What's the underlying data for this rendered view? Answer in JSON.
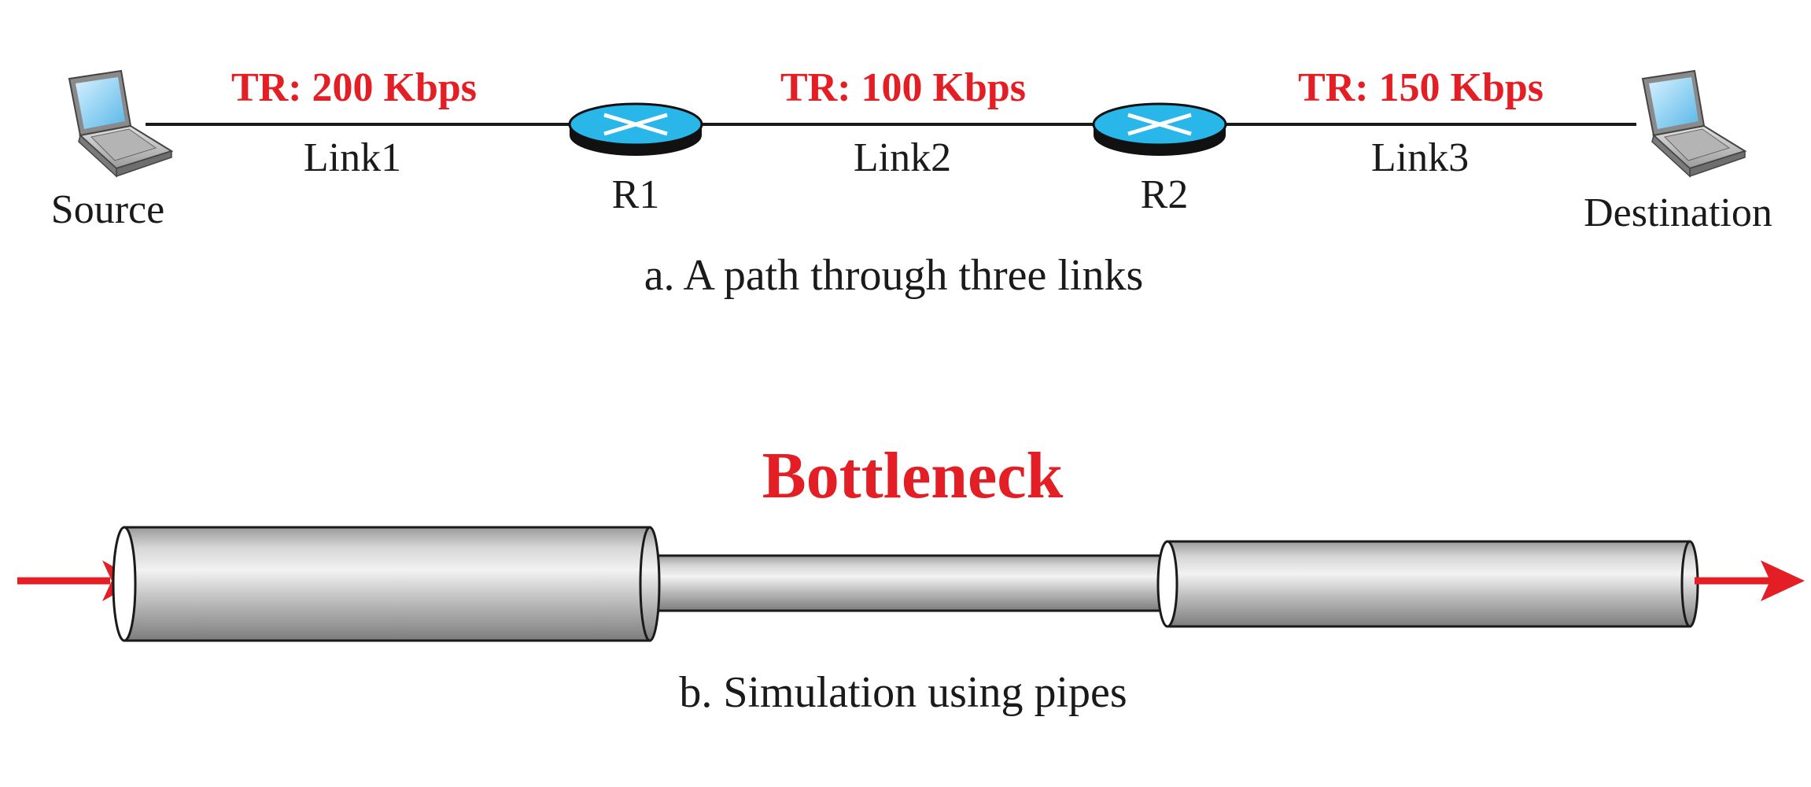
{
  "colors": {
    "accent": "#e31e24",
    "router_fill": "#29b6e8",
    "router_base": "#111111",
    "pipe_gray": "#a8a8a8",
    "line": "#1a1a1a"
  },
  "part_a": {
    "caption": "a. A path through three links",
    "nodes": {
      "source": "Source",
      "r1": "R1",
      "r2": "R2",
      "destination": "Destination"
    },
    "links": [
      {
        "name": "Link1",
        "rate": "TR: 200 Kbps"
      },
      {
        "name": "Link2",
        "rate": "TR: 100 Kbps"
      },
      {
        "name": "Link3",
        "rate": "TR: 150 Kbps"
      }
    ],
    "icons": {
      "source": "laptop-icon",
      "r1": "router-icon",
      "r2": "router-icon",
      "destination": "laptop-icon"
    }
  },
  "part_b": {
    "title": "Bottleneck",
    "caption": "b. Simulation using pipes"
  }
}
